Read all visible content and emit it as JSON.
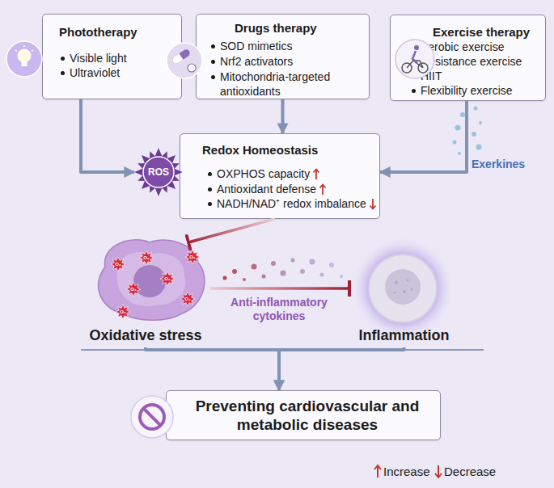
{
  "diagram": {
    "nodes": [
      {
        "text": [
          "Phototherapy",
          "Visible light",
          "Ultraviolet"
        ]
      },
      {
        "text": [
          "Drugs therapy",
          "SOD mimetics",
          "Nrf2 activators",
          "Mitochondria-targeted antioxidants"
        ]
      },
      {
        "text": [
          "Exercise therapy",
          "Aerobic exercise",
          "Resistance exercise",
          "HIIT",
          "Flexibility exercise"
        ]
      },
      {
        "text": [
          "Redox Homeostasis",
          "OXPHOS capacity",
          "Antioxidant defense",
          "NADH/NAD⁺ redox imbalance"
        ]
      },
      {
        "text": [
          "Oxidative stress"
        ]
      },
      {
        "text": [
          "Inflammation"
        ]
      },
      {
        "text": [
          "Preventing cardiovascular and metabolic diseases"
        ]
      }
    ],
    "edges": [
      {
        "from": 0,
        "to": 3,
        "arrow": "to"
      },
      {
        "from": 1,
        "to": 3,
        "arrow": "to"
      },
      {
        "from": 2,
        "to": 3,
        "label": "Exerkines",
        "arrow": "to"
      },
      {
        "from": 3,
        "to": 4,
        "arrow": "to"
      },
      {
        "from": 4,
        "to": 5,
        "label": "Anti-inflammatory cytokines",
        "arrow": "to"
      },
      {
        "from": 4,
        "to": 6,
        "arrow": "to"
      },
      {
        "from": 5,
        "to": 6,
        "arrow": "to"
      }
    ],
    "labels": [
      "ROS",
      "O₂",
      "O₂",
      "O₂",
      "O₂",
      "O₂",
      "O₂",
      "O₂"
    ],
    "legend": [
      {
        "text": "Increase"
      },
      {
        "text": "Decrease"
      }
    ]
  }
}
